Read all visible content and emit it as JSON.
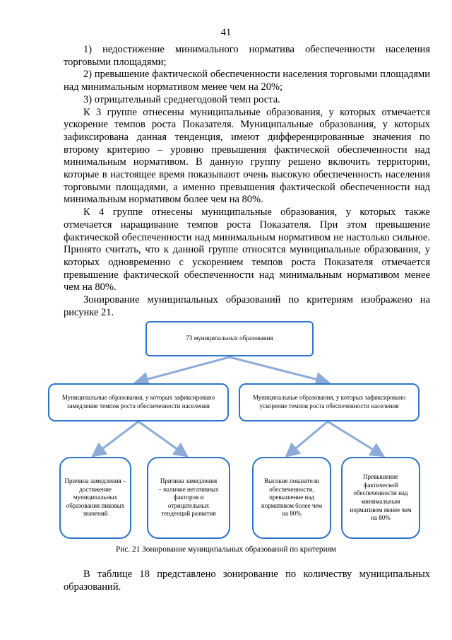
{
  "page_number": "41",
  "paragraphs": [
    "1) недостижение минимального норматива обеспеченности населения торговыми площадями;",
    "2) превышение фактической обеспеченности населения торговыми площадями над минимальным нормативом менее чем на 20%;",
    "3) отрицательный среднегодовой темп роста.",
    "К 3 группе отнесены муниципальные образования, у которых отмечается ускорение темпов роста Показателя. Муниципальные образования, у которых зафиксирована данная тенденция, имеют дифференцированные значения по второму критерию – уровню превышения фактической обеспеченности над минимальным нормативом. В данную группу решено включить территории, которые в настоящее время показывают очень высокую обеспеченность населения торговыми площадями, а именно превышения фактической обеспеченности над минимальным нормативом более чем на 80%.",
    "К 4 группе отнесены муниципальные образования, у которых также отмечается наращивание темпов роста Показателя. При этом превышение фактической обеспеченности над минимальным нормативом не настолько сильное. Принято считать, что к данной группе относятся муниципальные образования, у которых одновременно с ускорением темпов роста Показателя отмечается превышение фактической обеспеченности над минимальным нормативом менее чем на 80%.",
    "Зонирование муниципальных образований по критериям изображено на рисунке 21."
  ],
  "diagram": {
    "root": "73 муниципальных образования",
    "left": "Муниципальные образования, у которых зафиксировано замедление темпов роста обеспеченности населения",
    "right": "Муниципальные образования, у которых зафиксировано ускорение темпов роста обеспеченности населения",
    "leaf1": "Причина замедления – достижение муниципальных образования пиковых значений",
    "leaf2": "Причина замедления – наличие негативных факторов и отрицательных тенденций развития",
    "leaf3": "Высокие показатели обеспеченности, превышение над нормативом более чем на 80%",
    "leaf4": "Превышение фактической обеспеченности над минимальным нормативом менее чем на 80%",
    "border_color": "#2e74c8",
    "arrow_color": "#8eaad8"
  },
  "caption": "Рис. 21 Зонирование муниципальных образований по критериям",
  "final_paragraph": "В таблице 18 представлено зонирование по количеству муниципальных образований."
}
